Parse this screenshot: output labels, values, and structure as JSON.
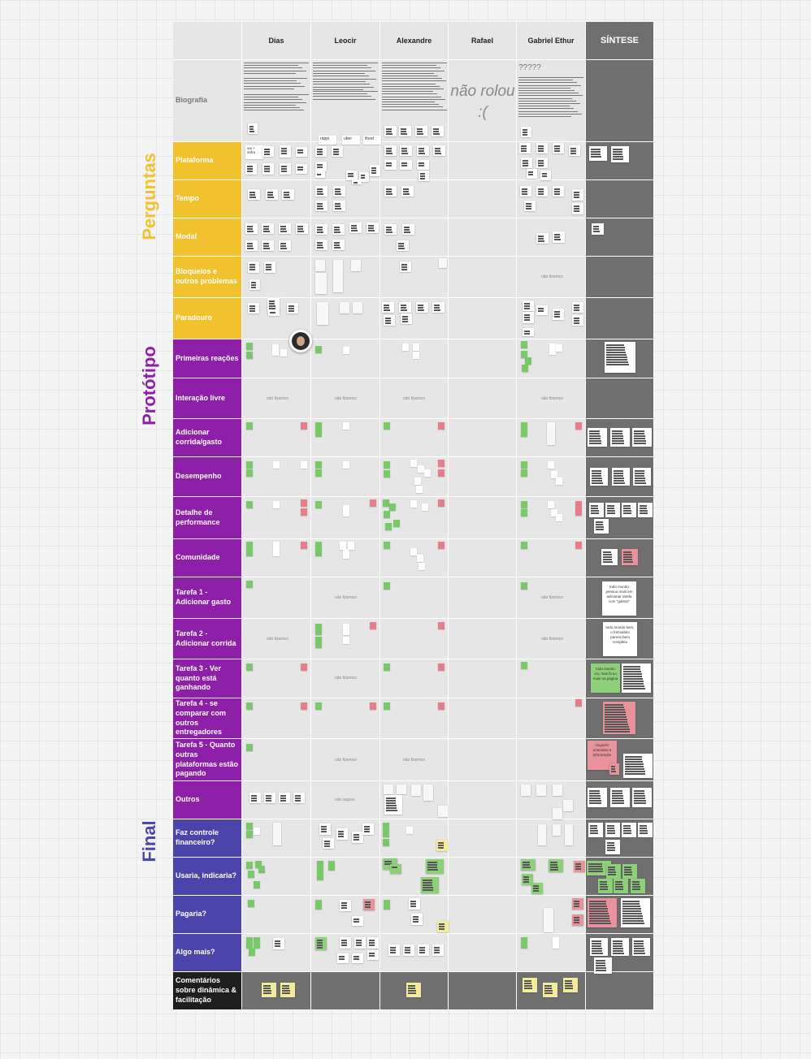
{
  "sections": [
    {
      "id": "perguntas",
      "label": "Perguntas",
      "color": "#f2c12e"
    },
    {
      "id": "prototipo",
      "label": "Protótipo",
      "color": "#8e1fa8"
    },
    {
      "id": "final",
      "label": "Final",
      "color": "#4b45ab"
    }
  ],
  "columns": [
    "Dias",
    "Leocir",
    "Alexandre",
    "Rafael",
    "Gabriel Ethur",
    "SÍNTESE"
  ],
  "rows": [
    {
      "label": "Biografia",
      "section": "header"
    },
    {
      "label": "Plataforma",
      "section": "perguntas"
    },
    {
      "label": "Tempo",
      "section": "perguntas"
    },
    {
      "label": "Modal",
      "section": "perguntas"
    },
    {
      "label": "Bloqueios e outros problemas",
      "section": "perguntas"
    },
    {
      "label": "Paradouro",
      "section": "perguntas"
    },
    {
      "label": "Primeiras reações",
      "section": "prototipo"
    },
    {
      "label": "Interação livre",
      "section": "prototipo"
    },
    {
      "label": "Adicionar corrida/gasto",
      "section": "prototipo"
    },
    {
      "label": "Desempenho",
      "section": "prototipo"
    },
    {
      "label": "Detalhe de performance",
      "section": "prototipo"
    },
    {
      "label": "Comunidade",
      "section": "prototipo"
    },
    {
      "label": "Tarefa 1 - Adicionar gasto",
      "section": "prototipo"
    },
    {
      "label": "Tarefa 2 - Adicionar corrida",
      "section": "prototipo"
    },
    {
      "label": "Tarefa 3 - Ver quanto está ganhando",
      "section": "prototipo"
    },
    {
      "label": "Tarefa 4 - se comparar com outros entregadores",
      "section": "prototipo"
    },
    {
      "label": "Tarefa 5 - Quanto outras plataformas estão pagando",
      "section": "prototipo"
    },
    {
      "label": "Outros",
      "section": "prototipo"
    },
    {
      "label": "Faz controle financeiro?",
      "section": "final"
    },
    {
      "label": "Usaria, indicaria?",
      "section": "final"
    },
    {
      "label": "Pagaria?",
      "section": "final"
    },
    {
      "label": "Algo mais?",
      "section": "final"
    },
    {
      "label": "Comentários sobre dinâmica & facilitação",
      "section": "comments"
    }
  ],
  "annotations": {
    "rafael_bio": "não rolou :(",
    "gabriel_bio": "?????",
    "leocir_tags": [
      "rappi",
      "uber",
      "ifood"
    ],
    "dias_tag": "vai + safra",
    "nao_fizemos": "não fizemos",
    "nao_seguiu": "não seguiu"
  },
  "colors": {
    "cell": "#e6e6e6",
    "synthesis": "#6f6f6f",
    "comments_row": "#1e1e1e",
    "note_green": "#8ed07a",
    "note_red": "#e8929c",
    "note_yellow": "#f3ec9c"
  },
  "icons": [
    "avatar-icon"
  ]
}
